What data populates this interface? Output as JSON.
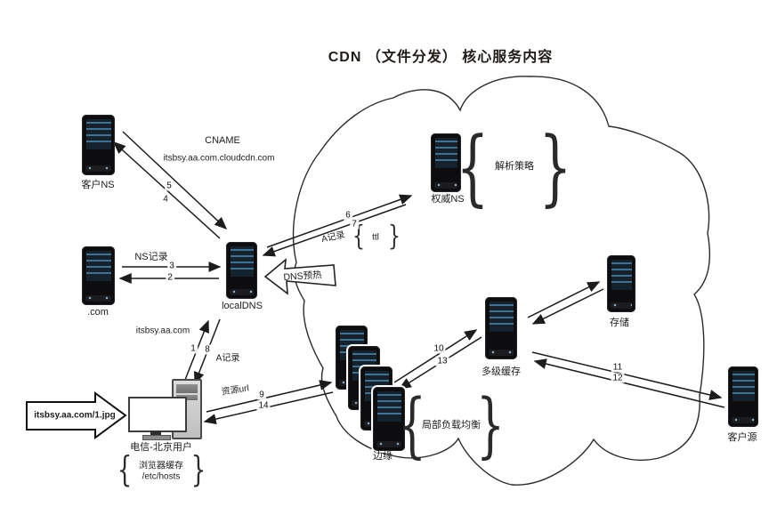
{
  "title": "CDN （文件分发） 核心服务内容",
  "nodes": {
    "client_ns": "客户NS",
    "dotcom": ".com",
    "local_dns": "localDNS",
    "auth_ns": "权威NS",
    "storage": "存储",
    "multi_cache": "多级缓存",
    "edge": "边缘",
    "origin": "客户源",
    "user": "电信-北京用户"
  },
  "labels": {
    "cname": "CNAME",
    "cname_domain": "itsbsy.aa.com.cloudcdn.com",
    "ns_record": "NS记录",
    "a_record": "A记录",
    "ttl": "ttl",
    "domain": "itsbsy.aa.com",
    "a_record_user": "A记录",
    "resource_url": "资源url",
    "dns_preheat": "DNS预热",
    "request_url": "itsbsy.aa.com/1.jpg",
    "parse_strategy": "解析策略",
    "local_load_balance": "局部负载均衡",
    "browser_cache": "浏览器缓存",
    "etc_hosts": "/etc/hosts",
    "brace_left": "{",
    "brace_right": "}"
  },
  "steps": {
    "n1": "1",
    "n2": "2",
    "n3": "3",
    "n4": "4",
    "n5": "5",
    "n6": "6",
    "n7": "7",
    "n8": "8",
    "n9": "9",
    "n10": "10",
    "n11": "11",
    "n12": "12",
    "n13": "13",
    "n14": "14"
  },
  "colors": {
    "line": "#222222",
    "server_body": "#0d0d10",
    "server_screen": "#14222e",
    "server_stripe": "#43708f",
    "text": "#1c1c1c"
  }
}
